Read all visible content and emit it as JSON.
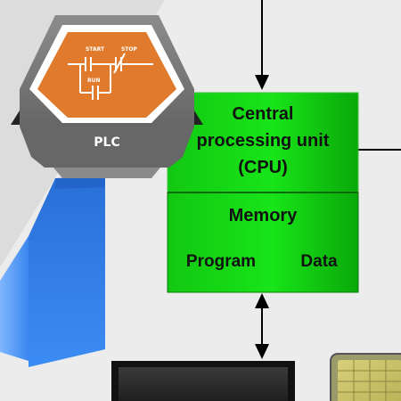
{
  "plc": {
    "label": "PLC",
    "ladder_labels": {
      "start": "START",
      "stop": "STOP",
      "run": "RUN"
    }
  },
  "cpu": {
    "line1": "Central",
    "line2": "processing unit",
    "line3": "(CPU)"
  },
  "memory": {
    "title": "Memory",
    "program": "Program",
    "data": "Data"
  },
  "colors": {
    "green": "#00c800",
    "orange": "#e07a2c",
    "plc_frame": "#7b7b7b",
    "blue": "#1e72e8"
  }
}
